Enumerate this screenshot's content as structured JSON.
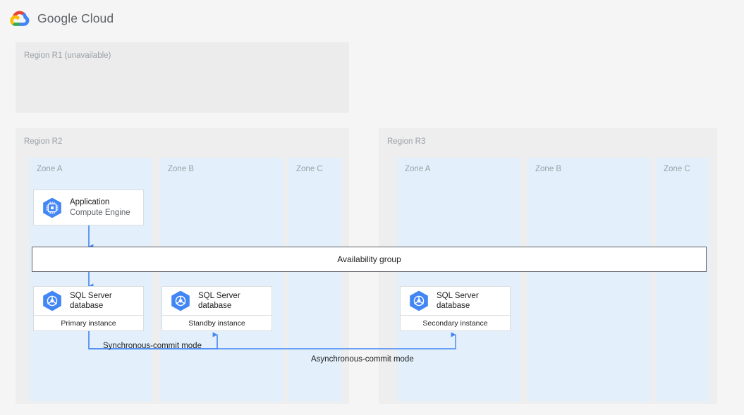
{
  "brand": {
    "name": "Google Cloud",
    "logo_icon": "google-cloud-logo",
    "colors": {
      "red": "#EA4335",
      "yellow": "#FBBC04",
      "green": "#34A853",
      "blue": "#4285F4"
    }
  },
  "theme": {
    "page_background": "#f5f5f5",
    "region_background": "#eeeeee",
    "region_unavailable_background": "#ececec",
    "zone_background": "#e3f0fb",
    "card_background": "#ffffff",
    "card_border": "#dadce0",
    "connector_blue": "#4285F4",
    "label_grey": "#9aa0a6",
    "text_primary": "#202124"
  },
  "regions": [
    {
      "id": "r1",
      "label": "Region R1 (unavailable)",
      "available": false,
      "zones": []
    },
    {
      "id": "r2",
      "label": "Region R2",
      "available": true,
      "zones": [
        {
          "id": "r2-zone-a",
          "label": "Zone A"
        },
        {
          "id": "r2-zone-b",
          "label": "Zone B"
        },
        {
          "id": "r2-zone-c",
          "label": "Zone C"
        }
      ]
    },
    {
      "id": "r3",
      "label": "Region R3",
      "available": true,
      "zones": [
        {
          "id": "r3-zone-a",
          "label": "Zone A"
        },
        {
          "id": "r3-zone-b",
          "label": "Zone B"
        },
        {
          "id": "r3-zone-c",
          "label": "Zone C"
        }
      ]
    }
  ],
  "nodes": {
    "application": {
      "title": "Application",
      "subtitle": "Compute Engine",
      "icon": "compute-engine-icon",
      "region": "r2",
      "zone": "Zone A"
    },
    "primary_db": {
      "title": "SQL Server",
      "title_line2": "database",
      "icon": "sql-server-database-icon",
      "footer": "Primary instance",
      "region": "r2",
      "zone": "Zone A"
    },
    "standby_db": {
      "title": "SQL Server",
      "title_line2": "database",
      "icon": "sql-server-database-icon",
      "footer": "Standby instance",
      "region": "r2",
      "zone": "Zone B"
    },
    "secondary_db": {
      "title": "SQL Server",
      "title_line2": "database",
      "icon": "sql-server-database-icon",
      "footer": "Secondary instance",
      "region": "r3",
      "zone": "Zone A"
    }
  },
  "availability_group": {
    "label": "Availability group"
  },
  "connections": [
    {
      "id": "sync-commit",
      "label": "Synchronous-commit mode",
      "from": "primary_db",
      "to": "standby_db"
    },
    {
      "id": "async-commit",
      "label": "Asynchronous-commit mode",
      "from": "primary_db",
      "to": "secondary_db"
    }
  ]
}
